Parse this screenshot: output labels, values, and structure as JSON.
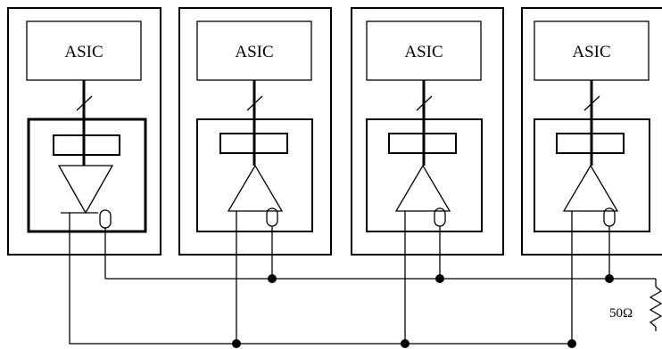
{
  "cards": [
    {
      "asic_label": "ASIC",
      "emphasized": true
    },
    {
      "asic_label": "ASIC",
      "emphasized": false
    },
    {
      "asic_label": "ASIC",
      "emphasized": false
    },
    {
      "asic_label": "ASIC",
      "emphasized": false
    }
  ],
  "resistor": {
    "label": "50Ω"
  },
  "colors": {
    "line": "#000000",
    "background": "#ffffff"
  }
}
